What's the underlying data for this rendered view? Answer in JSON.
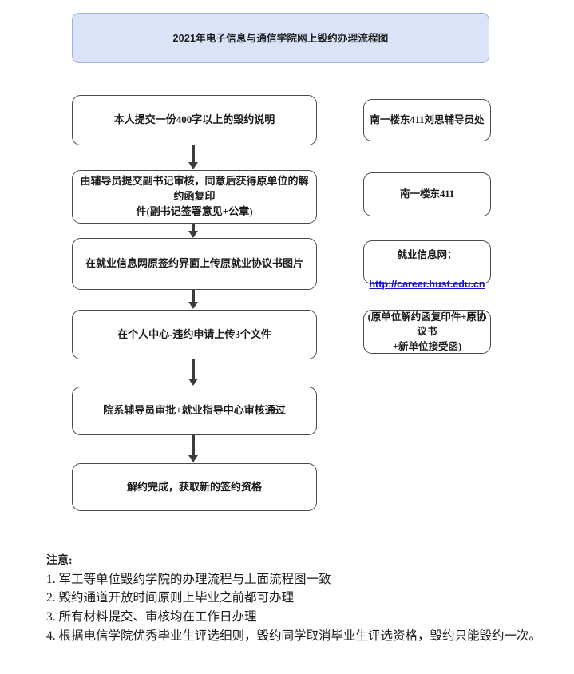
{
  "title": {
    "text": "2021年电子信息与通信学院网上毁约办理流程图",
    "background_color": "#dae3f7",
    "border_color": "#9ab2dd"
  },
  "flow": {
    "nodes": [
      {
        "id": "node-1",
        "label": "本人提交一份400字以上的毁约说明"
      },
      {
        "id": "node-2",
        "label": "由辅导员提交副书记审核，同意后获得原单位的解约函复印\n件(副书记签署意见+公章)"
      },
      {
        "id": "node-3",
        "label": "在就业信息网原签约界面上传原就业协议书图片"
      },
      {
        "id": "node-4",
        "label": "在个人中心-违约申请上传3个文件"
      },
      {
        "id": "node-5",
        "label": "院系辅导员审批+就业指导中心审核通过"
      },
      {
        "id": "node-6",
        "label": "解约完成，获取新的签约资格"
      }
    ],
    "connector_count": 5
  },
  "annotations": [
    {
      "id": "side-1",
      "label": "南一楼东411刘思辅导员处"
    },
    {
      "id": "side-2",
      "label": "南一楼东411"
    },
    {
      "id": "side-3",
      "line1": "就业信息网：",
      "link_text": "http://career.hust.edu.cn",
      "link_color": "#1414d2"
    },
    {
      "id": "side-4",
      "label": "(原单位解约函复印件+原协议书\n+新单位接受函)"
    }
  ],
  "notes": {
    "heading": "注意:",
    "items": [
      "1. 军工等单位毁约学院的办理流程与上面流程图一致",
      "2. 毁约通道开放时间原则上毕业之前都可办理",
      "3. 所有材料提交、审核均在工作日办理",
      "4. 根据电信学院优秀毕业生评选细则，毁约同学取消毕业生评选资格，毁约只能毁约一次。"
    ]
  }
}
